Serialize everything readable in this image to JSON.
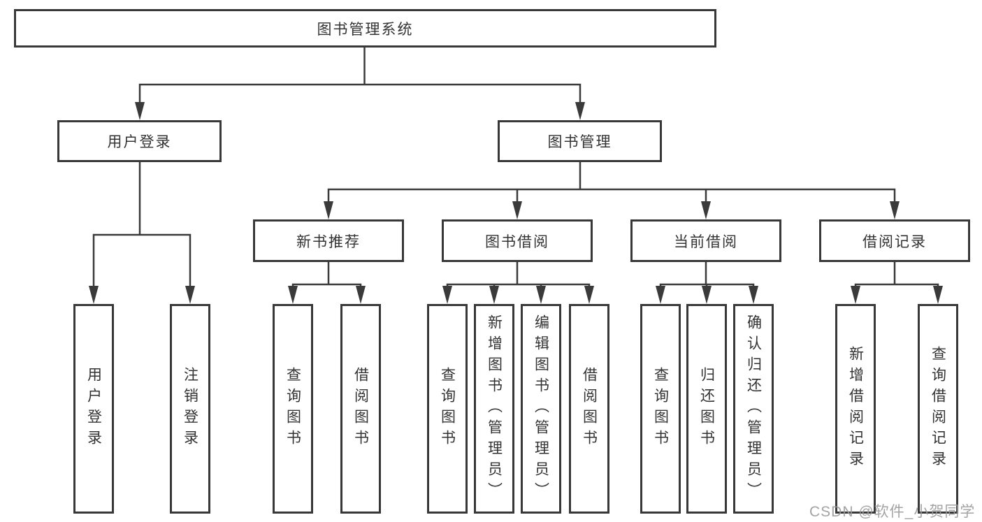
{
  "tree": {
    "root": {
      "label": "图书管理系统",
      "children": [
        {
          "label": "用户登录",
          "children": [
            {
              "label": "用户登录"
            },
            {
              "label": "注销登录"
            }
          ]
        },
        {
          "label": "图书管理",
          "children": [
            {
              "label": "新书推荐",
              "children": [
                {
                  "label": "查询图书"
                },
                {
                  "label": "借阅图书"
                }
              ]
            },
            {
              "label": "图书借阅",
              "children": [
                {
                  "label": "查询图书"
                },
                {
                  "label": "新增图书（管理员）"
                },
                {
                  "label": "编辑图书（管理员）"
                },
                {
                  "label": "借阅图书"
                }
              ]
            },
            {
              "label": "当前借阅",
              "children": [
                {
                  "label": "查询图书"
                },
                {
                  "label": "归还图书"
                },
                {
                  "label": "确认归还（管理员）"
                }
              ]
            },
            {
              "label": "借阅记录",
              "children": [
                {
                  "label": "新增借阅记录"
                },
                {
                  "label": "查询借阅记录"
                }
              ]
            }
          ]
        }
      ]
    }
  },
  "watermark": "CSDN @软件_小贺同学",
  "colors": {
    "line": "#3a3a3a",
    "box_border": "#383838",
    "text": "#333333",
    "watermark": "#9b9b9b",
    "background": "#ffffff"
  }
}
